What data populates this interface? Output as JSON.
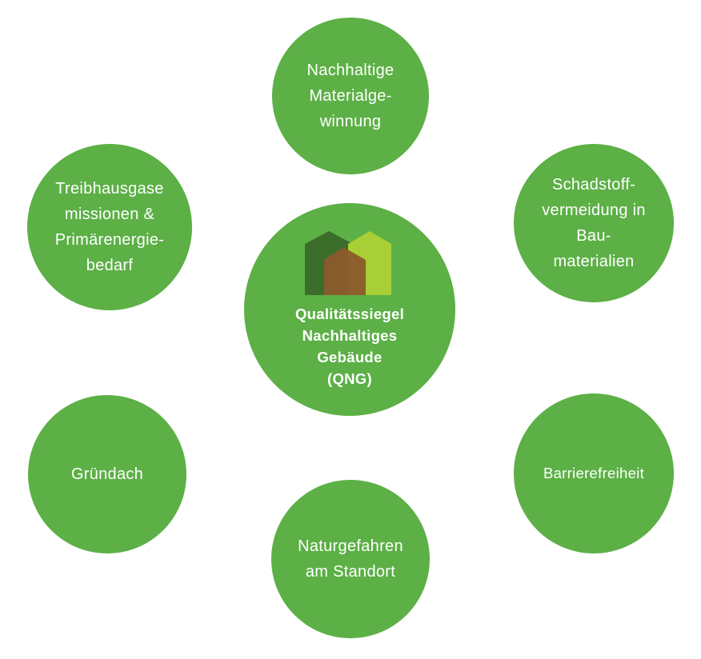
{
  "colors": {
    "node_fill": "#5cb046",
    "text": "#ffffff",
    "logo_dark_green": "#3a6e2a",
    "logo_brown": "#8b5a2b",
    "logo_lime": "#a9cf36"
  },
  "center": {
    "logo_icon": "house-silhouettes-icon",
    "lines": [
      "Qualitätssiegel",
      "Nachhaltiges",
      "Gebäude",
      "(QNG)"
    ]
  },
  "nodes": [
    {
      "id": "top",
      "lines": [
        "Nachhaltige",
        "Materialge-",
        "winnung"
      ]
    },
    {
      "id": "top-left",
      "lines": [
        "Treibhausgase",
        "missionen &",
        "Primärenergie-",
        "bedarf"
      ]
    },
    {
      "id": "top-right",
      "lines": [
        "Schadstoff-",
        "vermeidung in",
        "Bau-",
        "materialien"
      ]
    },
    {
      "id": "bottom-left",
      "lines": [
        "Gründach"
      ]
    },
    {
      "id": "bottom-right",
      "lines": [
        "Barrierefreiheit"
      ]
    },
    {
      "id": "bottom",
      "lines": [
        "Naturgefahren",
        "am Standort"
      ]
    }
  ]
}
